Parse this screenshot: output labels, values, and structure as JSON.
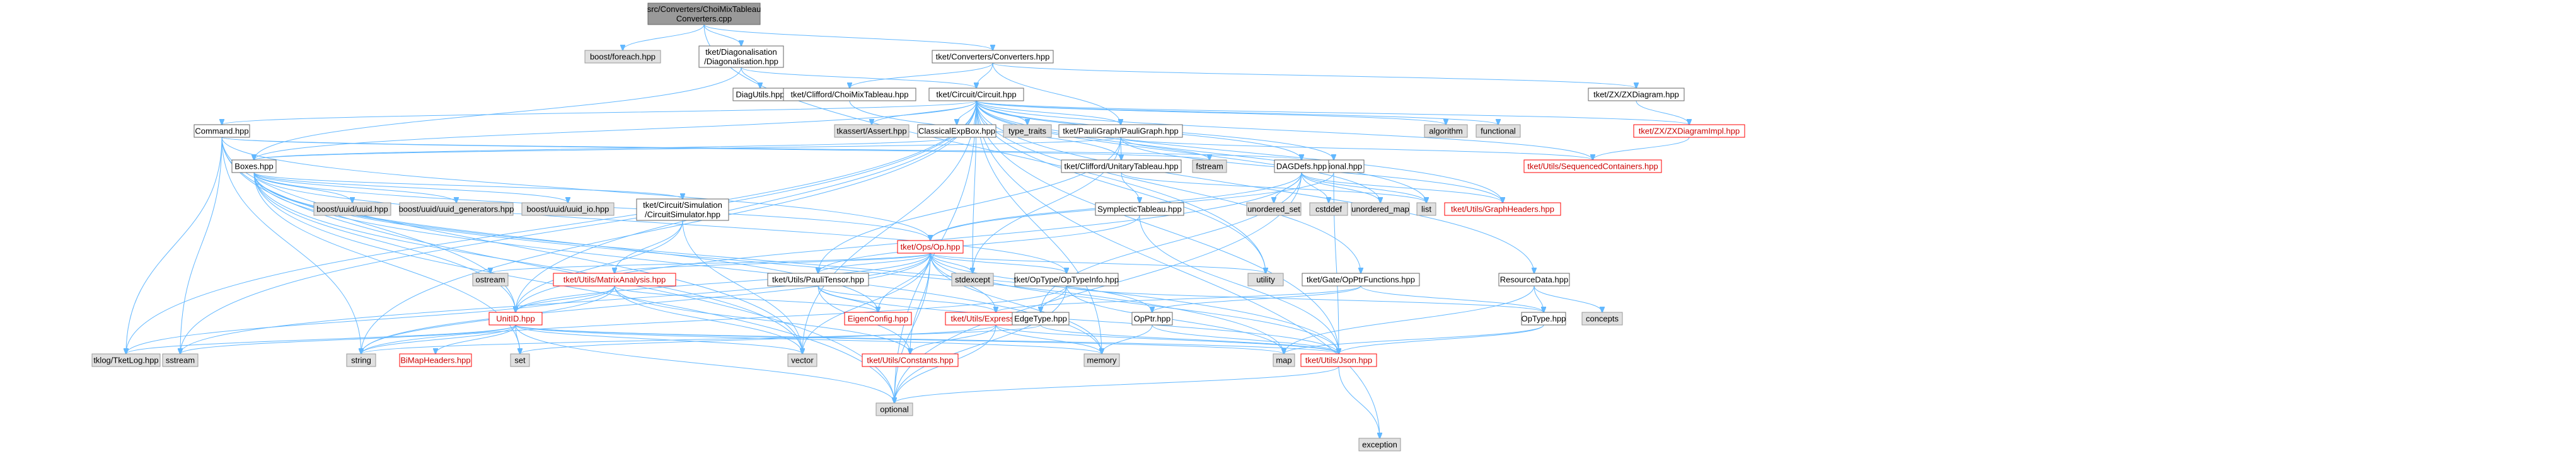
{
  "title": "src/Converters/ChoiMixTableauConverters.cpp",
  "colors": {
    "root_fill": "#999999",
    "external_fill": "#e0e0e0",
    "external_stroke": "#999999",
    "internal_fill": "#ffffff",
    "internal_stroke": "#666666",
    "truncated_stroke": "#ff0000",
    "edge": "#63b8ff",
    "text": "#000000",
    "truncated_text": "#cc0000"
  },
  "nodes": [
    {
      "id": "root",
      "lines": [
        "src/Converters/ChoiMixTableau",
        "Converters.cpp"
      ],
      "kind": "root"
    },
    {
      "id": "boost_foreach",
      "lines": [
        "boost/foreach.hpp"
      ],
      "kind": "external"
    },
    {
      "id": "diag",
      "lines": [
        "tket/Diagonalisation",
        "/Diagonalisation.hpp"
      ],
      "kind": "internal"
    },
    {
      "id": "converters",
      "lines": [
        "tket/Converters/Converters.hpp"
      ],
      "kind": "internal"
    },
    {
      "id": "diagutils",
      "lines": [
        "DiagUtils.hpp"
      ],
      "kind": "internal"
    },
    {
      "id": "choimix",
      "lines": [
        "tket/Clifford/ChoiMixTableau.hpp"
      ],
      "kind": "internal"
    },
    {
      "id": "circuit",
      "lines": [
        "tket/Circuit/Circuit.hpp"
      ],
      "kind": "internal"
    },
    {
      "id": "zxdiagram",
      "lines": [
        "tket/ZX/ZXDiagram.hpp"
      ],
      "kind": "internal"
    },
    {
      "id": "command",
      "lines": [
        "Command.hpp"
      ],
      "kind": "internal"
    },
    {
      "id": "tkassert",
      "lines": [
        "tkassert/Assert.hpp"
      ],
      "kind": "external"
    },
    {
      "id": "classicalexp",
      "lines": [
        "ClassicalExpBox.hpp"
      ],
      "kind": "internal"
    },
    {
      "id": "type_traits",
      "lines": [
        "type_traits"
      ],
      "kind": "external"
    },
    {
      "id": "pauligraph",
      "lines": [
        "tket/PauliGraph/PauliGraph.hpp"
      ],
      "kind": "internal"
    },
    {
      "id": "algorithm",
      "lines": [
        "algorithm"
      ],
      "kind": "external"
    },
    {
      "id": "functional",
      "lines": [
        "functional"
      ],
      "kind": "external"
    },
    {
      "id": "zxdiagramimpl",
      "lines": [
        "tket/ZX/ZXDiagramImpl.hpp"
      ],
      "kind": "truncated"
    },
    {
      "id": "boxes",
      "lines": [
        "Boxes.hpp"
      ],
      "kind": "internal"
    },
    {
      "id": "unitary",
      "lines": [
        "tket/Clifford/UnitaryTableau.hpp"
      ],
      "kind": "internal"
    },
    {
      "id": "fstream",
      "lines": [
        "fstream"
      ],
      "kind": "external"
    },
    {
      "id": "conditional",
      "lines": [
        "Conditional.hpp"
      ],
      "kind": "internal"
    },
    {
      "id": "seqcont",
      "lines": [
        "tket/Utils/SequencedContainers.hpp"
      ],
      "kind": "truncated"
    },
    {
      "id": "dagdefs",
      "lines": [
        "DAGDefs.hpp"
      ],
      "kind": "internal"
    },
    {
      "id": "boost_uuid",
      "lines": [
        "boost/uuid/uuid.hpp"
      ],
      "kind": "external"
    },
    {
      "id": "boost_uuid_gen",
      "lines": [
        "boost/uuid/uuid_generators.hpp"
      ],
      "kind": "external"
    },
    {
      "id": "boost_uuid_io",
      "lines": [
        "boost/uuid/uuid_io.hpp"
      ],
      "kind": "external"
    },
    {
      "id": "circsim",
      "lines": [
        "tket/Circuit/Simulation",
        "/CircuitSimulator.hpp"
      ],
      "kind": "internal"
    },
    {
      "id": "symplectic",
      "lines": [
        "SymplecticTableau.hpp"
      ],
      "kind": "internal"
    },
    {
      "id": "unordered_set",
      "lines": [
        "unordered_set"
      ],
      "kind": "external"
    },
    {
      "id": "cstddef",
      "lines": [
        "cstddef"
      ],
      "kind": "external"
    },
    {
      "id": "unordered_map",
      "lines": [
        "unordered_map"
      ],
      "kind": "external"
    },
    {
      "id": "list",
      "lines": [
        "list"
      ],
      "kind": "external"
    },
    {
      "id": "graphheaders",
      "lines": [
        "tket/Utils/GraphHeaders.hpp"
      ],
      "kind": "truncated"
    },
    {
      "id": "op",
      "lines": [
        "tket/Ops/Op.hpp"
      ],
      "kind": "truncated"
    },
    {
      "id": "ostream",
      "lines": [
        "ostream"
      ],
      "kind": "external"
    },
    {
      "id": "matrixanalysis",
      "lines": [
        "tket/Utils/MatrixAnalysis.hpp"
      ],
      "kind": "truncated"
    },
    {
      "id": "paulitensor",
      "lines": [
        "tket/Utils/PauliTensor.hpp"
      ],
      "kind": "internal"
    },
    {
      "id": "stdexcept",
      "lines": [
        "stdexcept"
      ],
      "kind": "external"
    },
    {
      "id": "optypeinfo",
      "lines": [
        "tket/OpType/OpTypeInfo.hpp"
      ],
      "kind": "internal"
    },
    {
      "id": "utility",
      "lines": [
        "utility"
      ],
      "kind": "external"
    },
    {
      "id": "opptrfunctions",
      "lines": [
        "tket/Gate/OpPtrFunctions.hpp"
      ],
      "kind": "internal"
    },
    {
      "id": "resourcedata",
      "lines": [
        "ResourceData.hpp"
      ],
      "kind": "internal"
    },
    {
      "id": "unitid",
      "lines": [
        "UnitID.hpp"
      ],
      "kind": "truncated"
    },
    {
      "id": "eigenconfig",
      "lines": [
        "EigenConfig.hpp"
      ],
      "kind": "truncated"
    },
    {
      "id": "expression",
      "lines": [
        "tket/Utils/Expression.hpp"
      ],
      "kind": "truncated"
    },
    {
      "id": "edgetype",
      "lines": [
        "EdgeType.hpp"
      ],
      "kind": "internal"
    },
    {
      "id": "opptr",
      "lines": [
        "OpPtr.hpp"
      ],
      "kind": "internal"
    },
    {
      "id": "optype",
      "lines": [
        "OpType.hpp"
      ],
      "kind": "internal"
    },
    {
      "id": "concepts",
      "lines": [
        "concepts"
      ],
      "kind": "external"
    },
    {
      "id": "tklog",
      "lines": [
        "tklog/TketLog.hpp"
      ],
      "kind": "external"
    },
    {
      "id": "sstream",
      "lines": [
        "sstream"
      ],
      "kind": "external"
    },
    {
      "id": "string",
      "lines": [
        "string"
      ],
      "kind": "external"
    },
    {
      "id": "bimap",
      "lines": [
        "BiMapHeaders.hpp"
      ],
      "kind": "truncated"
    },
    {
      "id": "set",
      "lines": [
        "set"
      ],
      "kind": "external"
    },
    {
      "id": "vector",
      "lines": [
        "vector"
      ],
      "kind": "external"
    },
    {
      "id": "constants",
      "lines": [
        "tket/Utils/Constants.hpp"
      ],
      "kind": "truncated"
    },
    {
      "id": "memory",
      "lines": [
        "memory"
      ],
      "kind": "external"
    },
    {
      "id": "map",
      "lines": [
        "map"
      ],
      "kind": "external"
    },
    {
      "id": "json",
      "lines": [
        "tket/Utils/Json.hpp"
      ],
      "kind": "truncated"
    },
    {
      "id": "optional",
      "lines": [
        "optional"
      ],
      "kind": "external"
    },
    {
      "id": "exception",
      "lines": [
        "exception"
      ],
      "kind": "external"
    }
  ],
  "edges": [
    [
      "root",
      "boost_foreach"
    ],
    [
      "root",
      "diag"
    ],
    [
      "root",
      "converters"
    ],
    [
      "root",
      "utility"
    ],
    [
      "diag",
      "diagutils"
    ],
    [
      "diag",
      "circuit"
    ],
    [
      "diag",
      "boxes"
    ],
    [
      "converters",
      "choimix"
    ],
    [
      "converters",
      "circuit"
    ],
    [
      "converters",
      "pauligraph"
    ],
    [
      "converters",
      "zxdiagram"
    ],
    [
      "choimix",
      "unitary"
    ],
    [
      "circuit",
      "command"
    ],
    [
      "circuit",
      "tkassert"
    ],
    [
      "circuit",
      "classicalexp"
    ],
    [
      "circuit",
      "type_traits"
    ],
    [
      "circuit",
      "pauligraph"
    ],
    [
      "circuit",
      "algorithm"
    ],
    [
      "circuit",
      "functional"
    ],
    [
      "circuit",
      "zxdiagramimpl"
    ],
    [
      "circuit",
      "boxes"
    ],
    [
      "circuit",
      "conditional"
    ],
    [
      "circuit",
      "seqcont"
    ],
    [
      "circuit",
      "dagdefs"
    ],
    [
      "circuit",
      "unordered_map"
    ],
    [
      "circuit",
      "list"
    ],
    [
      "circuit",
      "graphheaders"
    ],
    [
      "circuit",
      "resourcedata"
    ],
    [
      "circuit",
      "json"
    ],
    [
      "circuit",
      "tklog"
    ],
    [
      "circuit",
      "sstream"
    ],
    [
      "circuit",
      "string"
    ],
    [
      "circuit",
      "vector"
    ],
    [
      "circuit",
      "memory"
    ],
    [
      "circuit",
      "optional"
    ],
    [
      "circuit",
      "exception"
    ],
    [
      "circuit",
      "unitid"
    ],
    [
      "circuit",
      "utility"
    ],
    [
      "circuit",
      "stdexcept"
    ],
    [
      "circuit",
      "opptrfunctions"
    ],
    [
      "zxdiagram",
      "zxdiagramimpl"
    ],
    [
      "zxdiagramimpl",
      "seqcont"
    ],
    [
      "command",
      "unitid"
    ],
    [
      "command",
      "dagdefs"
    ],
    [
      "command",
      "fstream"
    ],
    [
      "command",
      "tklog"
    ],
    [
      "command",
      "sstream"
    ],
    [
      "command",
      "string"
    ],
    [
      "command",
      "optional"
    ],
    [
      "command",
      "op"
    ],
    [
      "command",
      "vector"
    ],
    [
      "classicalexp",
      "boxes"
    ],
    [
      "pauligraph",
      "unitary"
    ],
    [
      "pauligraph",
      "fstream"
    ],
    [
      "pauligraph",
      "graphheaders"
    ],
    [
      "pauligraph",
      "seqcont"
    ],
    [
      "pauligraph",
      "stdexcept"
    ],
    [
      "pauligraph",
      "paulitensor"
    ],
    [
      "pauligraph",
      "boxes"
    ],
    [
      "boxes",
      "boost_uuid"
    ],
    [
      "boxes",
      "boost_uuid_gen"
    ],
    [
      "boxes",
      "boost_uuid_io"
    ],
    [
      "boxes",
      "circsim"
    ],
    [
      "boxes",
      "op"
    ],
    [
      "boxes",
      "optypeinfo"
    ],
    [
      "boxes",
      "unitid"
    ],
    [
      "boxes",
      "eigenconfig"
    ],
    [
      "boxes",
      "json"
    ],
    [
      "boxes",
      "map"
    ],
    [
      "boxes",
      "vector"
    ],
    [
      "boxes",
      "set"
    ],
    [
      "boxes",
      "optional"
    ],
    [
      "boxes",
      "memory"
    ],
    [
      "unitary",
      "symplectic"
    ],
    [
      "unitary",
      "list"
    ],
    [
      "conditional",
      "op"
    ],
    [
      "conditional",
      "json"
    ],
    [
      "dagdefs",
      "unordered_set"
    ],
    [
      "dagdefs",
      "cstddef"
    ],
    [
      "dagdefs",
      "unordered_map"
    ],
    [
      "dagdefs",
      "list"
    ],
    [
      "dagdefs",
      "graphheaders"
    ],
    [
      "dagdefs",
      "op"
    ],
    [
      "dagdefs",
      "edgetype"
    ],
    [
      "dagdefs",
      "unitid"
    ],
    [
      "dagdefs",
      "optional"
    ],
    [
      "circsim",
      "matrixanalysis"
    ],
    [
      "circsim",
      "unitid"
    ],
    [
      "circsim",
      "vector"
    ],
    [
      "symplectic",
      "paulitensor"
    ],
    [
      "symplectic",
      "json"
    ],
    [
      "op",
      "ostream"
    ],
    [
      "op",
      "matrixanalysis"
    ],
    [
      "op",
      "paulitensor"
    ],
    [
      "op",
      "stdexcept"
    ],
    [
      "op",
      "optypeinfo"
    ],
    [
      "op",
      "utility"
    ],
    [
      "op",
      "unitid"
    ],
    [
      "op",
      "eigenconfig"
    ],
    [
      "op",
      "expression"
    ],
    [
      "op",
      "opptr"
    ],
    [
      "op",
      "json"
    ],
    [
      "op",
      "constants"
    ],
    [
      "op",
      "string"
    ],
    [
      "op",
      "vector"
    ],
    [
      "op",
      "memory"
    ],
    [
      "op",
      "optional"
    ],
    [
      "op",
      "sstream"
    ],
    [
      "matrixanalysis",
      "unitid"
    ],
    [
      "matrixanalysis",
      "eigenconfig"
    ],
    [
      "matrixanalysis",
      "constants"
    ],
    [
      "matrixanalysis",
      "vector"
    ],
    [
      "matrixanalysis",
      "tklog"
    ],
    [
      "matrixanalysis",
      "string"
    ],
    [
      "paulitensor",
      "eigenconfig"
    ],
    [
      "paulitensor",
      "expression"
    ],
    [
      "paulitensor",
      "json"
    ],
    [
      "paulitensor",
      "constants"
    ],
    [
      "optypeinfo",
      "optype"
    ],
    [
      "optypeinfo",
      "map"
    ],
    [
      "optypeinfo",
      "optional"
    ],
    [
      "optypeinfo",
      "string"
    ],
    [
      "optypeinfo",
      "edgetype"
    ],
    [
      "opptrfunctions",
      "optype"
    ],
    [
      "opptrfunctions",
      "expression"
    ],
    [
      "opptrfunctions",
      "opptr"
    ],
    [
      "resourcedata",
      "optype"
    ],
    [
      "resourcedata",
      "concepts"
    ],
    [
      "resourcedata",
      "map"
    ],
    [
      "unitid",
      "tklog"
    ],
    [
      "unitid",
      "sstream"
    ],
    [
      "unitid",
      "string"
    ],
    [
      "unitid",
      "bimap"
    ],
    [
      "unitid",
      "set"
    ],
    [
      "unitid",
      "vector"
    ],
    [
      "unitid",
      "json"
    ],
    [
      "unitid",
      "optional"
    ],
    [
      "unitid",
      "memory"
    ],
    [
      "unitid",
      "map"
    ],
    [
      "expression",
      "constants"
    ],
    [
      "expression",
      "json"
    ],
    [
      "expression",
      "set"
    ],
    [
      "expression",
      "memory"
    ],
    [
      "expression",
      "optional"
    ],
    [
      "edgetype",
      "json"
    ],
    [
      "edgetype",
      "string"
    ],
    [
      "opptr",
      "memory"
    ],
    [
      "opptr",
      "json"
    ],
    [
      "optype",
      "json"
    ],
    [
      "optype",
      "map"
    ],
    [
      "json",
      "optional"
    ],
    [
      "json",
      "exception"
    ]
  ]
}
